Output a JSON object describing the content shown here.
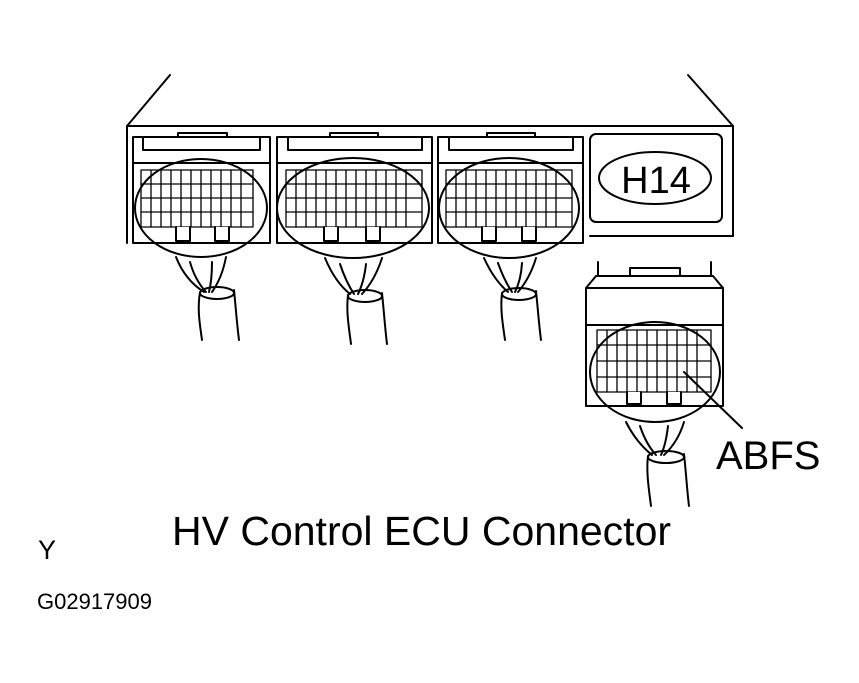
{
  "connector_code": "H14",
  "pin_label": "ABFS",
  "caption": "HV Control ECU Connector",
  "position_code": "Y",
  "figure_id": "G02917909"
}
